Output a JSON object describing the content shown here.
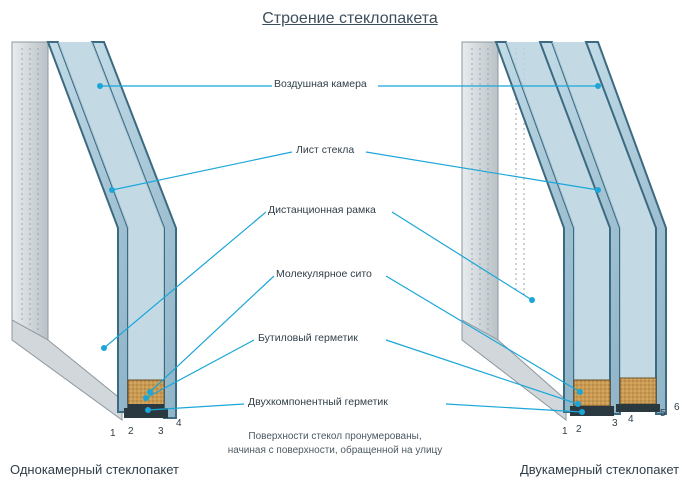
{
  "title": "Строение стеклопакета",
  "labels": {
    "air_chamber": "Воздушная камера",
    "glass_sheet": "Лист стекла",
    "spacer_frame": "Дистанционная рамка",
    "molecular_sieve": "Молекулярное сито",
    "butyl_sealant": "Бутиловый герметик",
    "two_component_sealant": "Двухкомпонентный герметик"
  },
  "note": {
    "line1": "Поверхности стекол пронумерованы,",
    "line2": "начиная с поверхности, обращенной на улицу"
  },
  "left_unit": {
    "caption": "Однокамерный стеклопакет",
    "surface_numbers": [
      "1",
      "2",
      "3",
      "4"
    ]
  },
  "right_unit": {
    "caption": "Двукамерный стеклопакет",
    "surface_numbers": [
      "1",
      "2",
      "3",
      "4",
      "5",
      "6"
    ]
  },
  "colors": {
    "glass": "#a9c8d8",
    "glass_edge": "#3c6a80",
    "leader_line": "#1ba6d9",
    "spacer_fill": "#c99a52",
    "sealant": "#2a3840"
  }
}
